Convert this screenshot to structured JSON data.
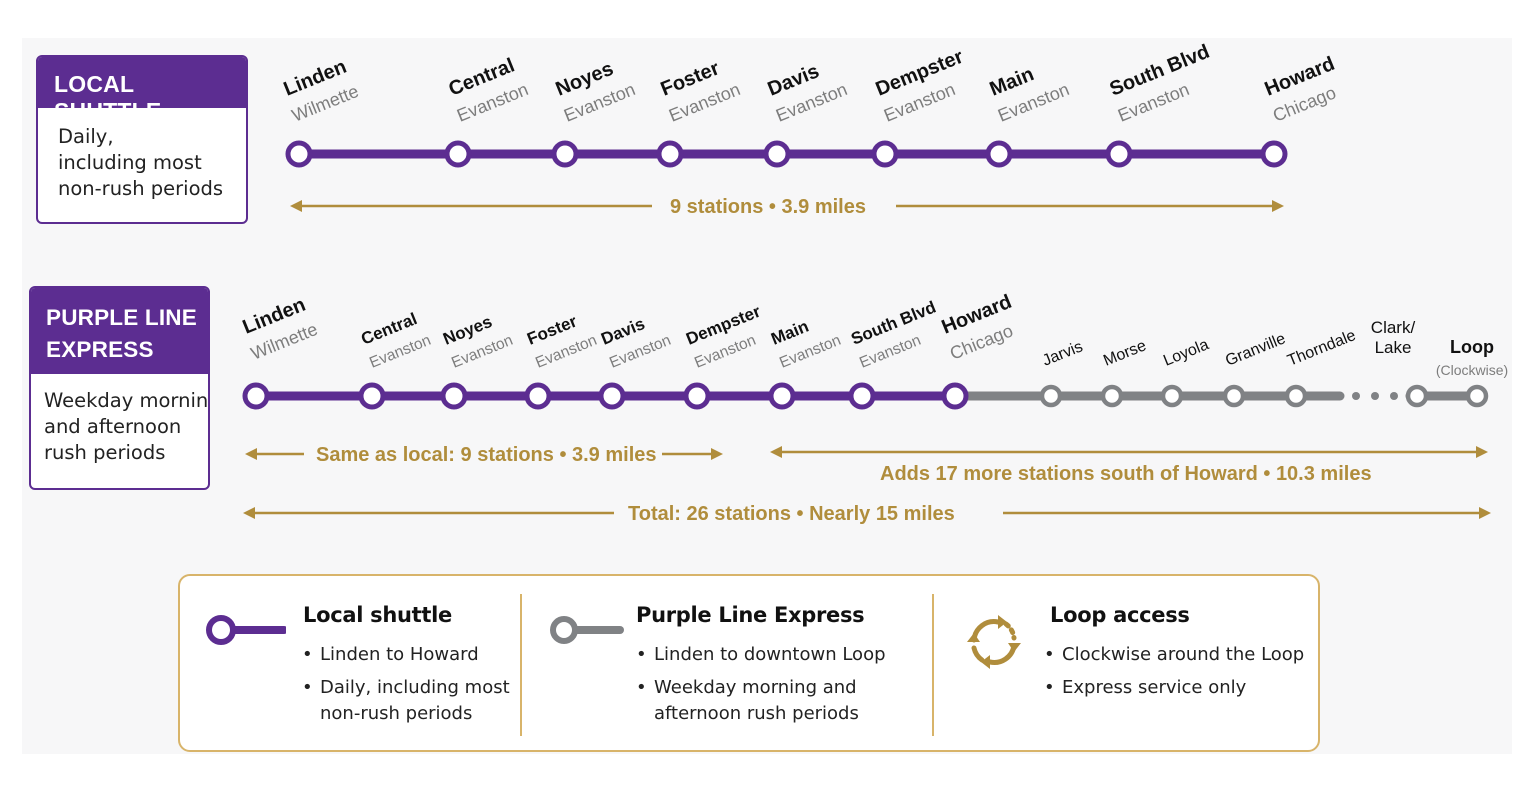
{
  "local": {
    "title": "LOCAL SHUTTLE",
    "desc_lines": [
      "Daily,",
      "including most",
      "non-rush periods"
    ],
    "stations": [
      {
        "name": "Linden",
        "sub": "Wilmette"
      },
      {
        "name": "Central",
        "sub": "Evanston"
      },
      {
        "name": "Noyes",
        "sub": "Evanston"
      },
      {
        "name": "Foster",
        "sub": "Evanston"
      },
      {
        "name": "Davis",
        "sub": "Evanston"
      },
      {
        "name": "Dempster",
        "sub": "Evanston"
      },
      {
        "name": "Main",
        "sub": "Evanston"
      },
      {
        "name": "South Blvd",
        "sub": "Evanston"
      },
      {
        "name": "Howard",
        "sub": "Chicago"
      }
    ],
    "span_label": "9 stations  •  3.9 miles"
  },
  "express": {
    "title_lines": [
      "PURPLE LINE",
      "EXPRESS"
    ],
    "desc_lines": [
      "Weekday morning",
      "and afternoon",
      "rush periods"
    ],
    "stations": [
      {
        "name": "Linden",
        "sub": "Wilmette"
      },
      {
        "name": "Central",
        "sub": "Evanston"
      },
      {
        "name": "Noyes",
        "sub": "Evanston"
      },
      {
        "name": "Foster",
        "sub": "Evanston"
      },
      {
        "name": "Davis",
        "sub": "Evanston"
      },
      {
        "name": "Dempster",
        "sub": "Evanston"
      },
      {
        "name": "Main",
        "sub": "Evanston"
      },
      {
        "name": "South Blvd",
        "sub": "Evanston"
      },
      {
        "name": "Howard",
        "sub": "Chicago"
      }
    ],
    "south_stations": [
      "Jarvis",
      "Morse",
      "Loyola",
      "Granville",
      "Thorndale",
      "Clark/\nLake",
      "Loop"
    ],
    "loop_note": "(Clockwise)",
    "span_local": "Same as local: 9 stations  •  3.9 miles",
    "span_south": "Adds 17 more stations south of Howard  •  10.3 miles",
    "span_total": "Total: 26 stations  •  Nearly 15 miles"
  },
  "legend": {
    "local": {
      "title": "Local shuttle",
      "items": [
        "Linden to Howard",
        "Daily, including most\nnon-rush periods"
      ],
      "icon": "purple-line-icon"
    },
    "express": {
      "title": "Purple Line Express",
      "items": [
        "Linden to downtown Loop",
        "Weekday morning and\nafternoon rush periods"
      ],
      "icon": "gray-line-icon"
    },
    "loop": {
      "title": "Loop access",
      "items": [
        "Clockwise around the Loop",
        "Express service only"
      ],
      "icon": "loop-cycle-icon"
    }
  },
  "colors": {
    "purple": "#5c2d91",
    "gray": "#808285",
    "gold": "#b08d3c",
    "text": "#111111",
    "subtext": "#7d7d7d"
  }
}
